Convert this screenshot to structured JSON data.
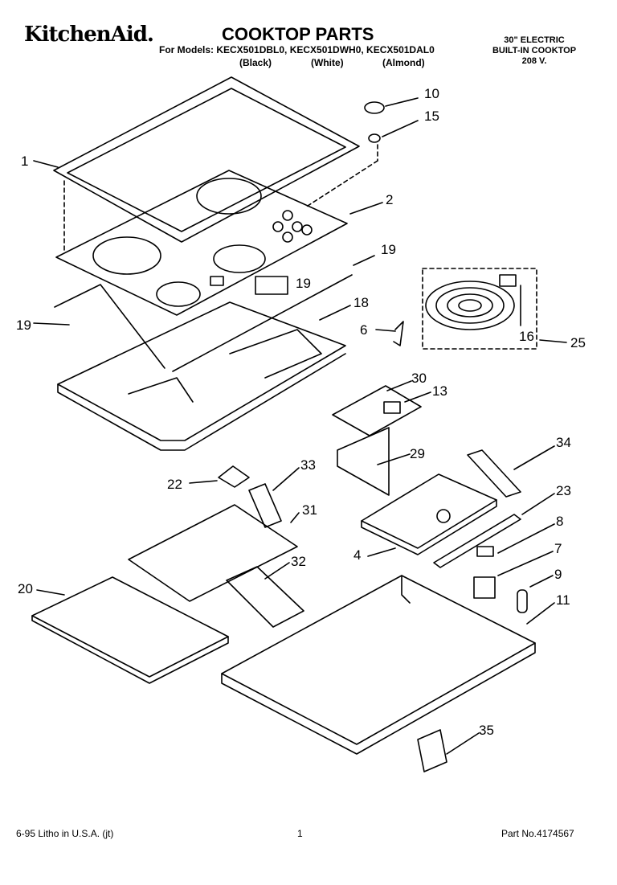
{
  "header": {
    "brand": "KitchenAid.",
    "title": "COOKTOP PARTS",
    "models_line": "For Models: KECX501DBL0, KECX501DWH0, KECX501DAL0",
    "colors": [
      "(Black)",
      "(White)",
      "(Almond)"
    ],
    "spec_lines": [
      "30\" ELECTRIC",
      "BUILT-IN COOKTOP",
      "208 V."
    ]
  },
  "callouts": [
    "10",
    "15",
    "1",
    "2",
    "19",
    "19",
    "19",
    "18",
    "6",
    "16",
    "25",
    "30",
    "13",
    "29",
    "34",
    "22",
    "33",
    "31",
    "23",
    "8",
    "4",
    "7",
    "32",
    "9",
    "20",
    "11",
    "35"
  ],
  "footer": {
    "litho": "6-95 Litho in U.S.A. (jt)",
    "page": "1",
    "part_no": "Part No.4174567"
  }
}
